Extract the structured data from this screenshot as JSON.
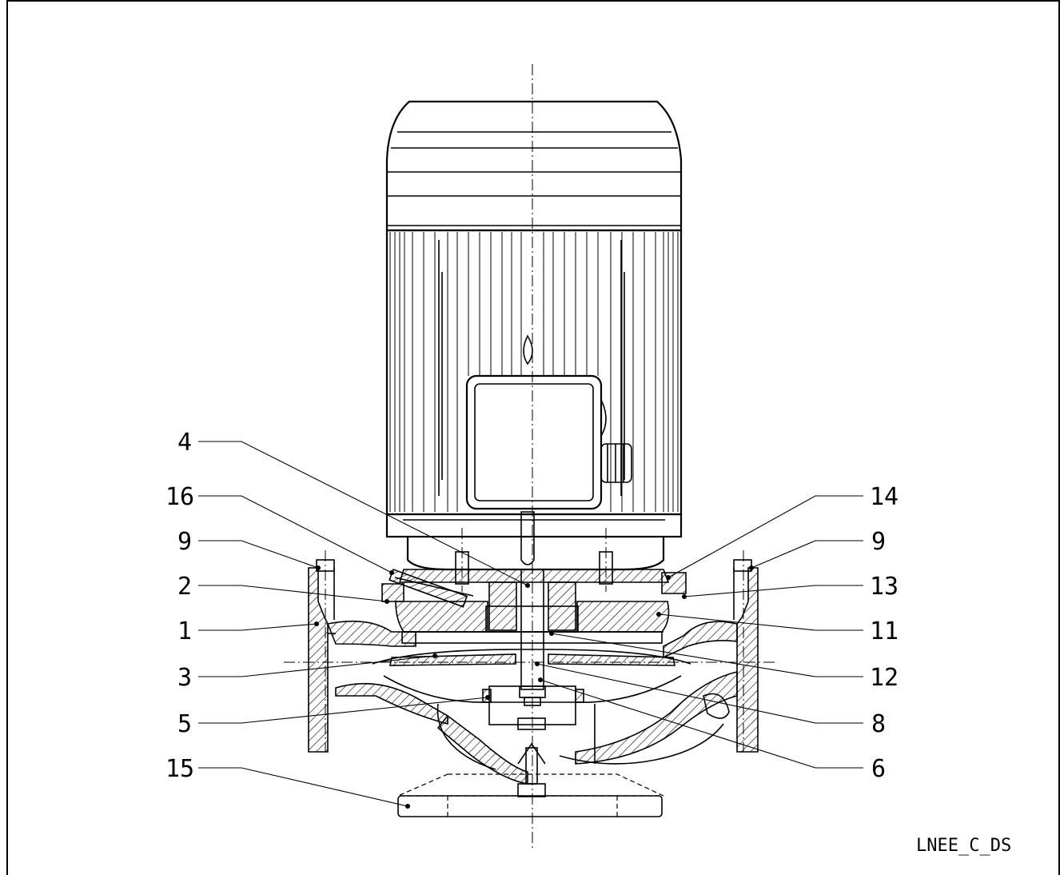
{
  "drawing": {
    "drawing_id": "LNEE_C_DS"
  },
  "callouts": {
    "c4": "4",
    "c16": "16",
    "c9_left": "9",
    "c2": "2",
    "c1": "1",
    "c3": "3",
    "c5": "5",
    "c15": "15",
    "c14": "14",
    "c9_right": "9",
    "c13": "13",
    "c11": "11",
    "c12": "12",
    "c8": "8",
    "c6": "6"
  },
  "colors": {
    "line": "#000000",
    "background": "#ffffff"
  }
}
